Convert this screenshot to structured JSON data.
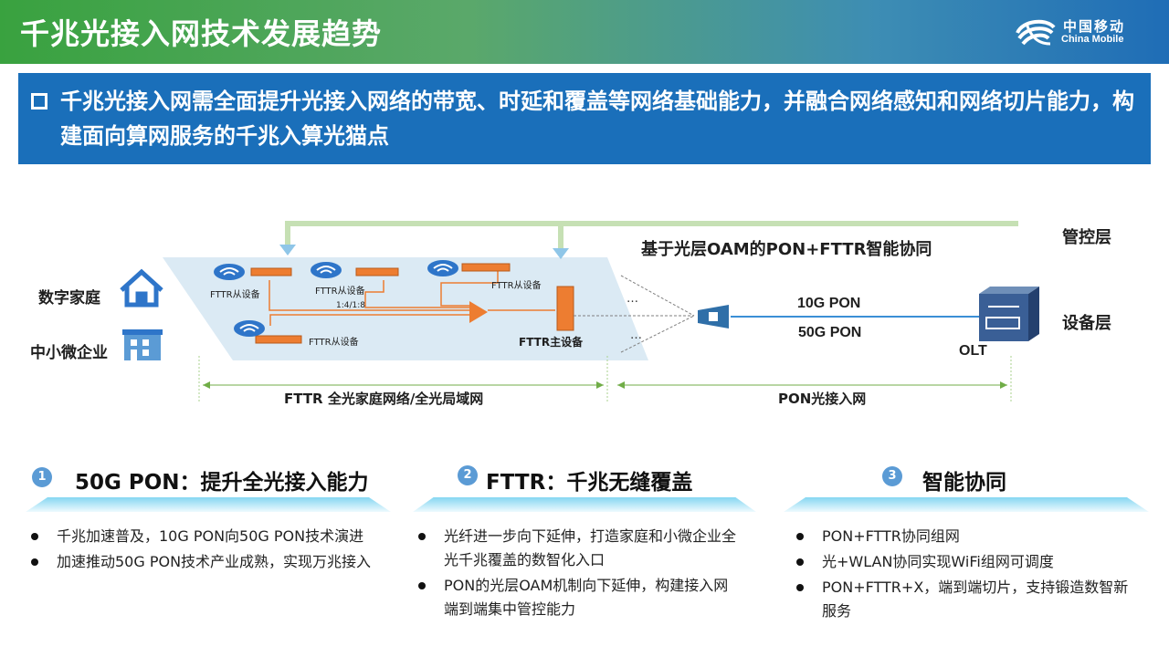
{
  "header": {
    "title": "千兆光接入网技术发展趋势",
    "logo_cn": "中国移动",
    "logo_en": "China Mobile"
  },
  "banner": {
    "text": "千兆光接入网需全面提升光接入网络的带宽、时延和覆盖等网络基础能力，并融合网络感知和网络切片能力，构建面向算网服务的千兆入算光猫点"
  },
  "diagram": {
    "oam_label": "基于光层OAM的PON+FTTR智能协同",
    "mgmt_layer": "管控层",
    "device_layer": "设备层",
    "digital_home": "数字家庭",
    "sme": "中小微企业",
    "slave_label": "FTTR从设备",
    "split_ratio": "1:4/1:8",
    "master_label": "FTTR主设备",
    "pon_10g": "10G PON",
    "pon_50g": "50G PON",
    "olt": "OLT",
    "dots": "…",
    "span_left": "FTTR  全光家庭网络/全光局域网",
    "span_right": "PON光接入网"
  },
  "sections": [
    {
      "num": "1",
      "title": "50G PON：提升全光接入能力",
      "bullets": [
        "千兆加速普及，10G PON向50G PON技术演进",
        "加速推动50G PON技术产业成熟，实现万兆接入"
      ]
    },
    {
      "num": "2",
      "title": "FTTR：千兆无缝覆盖",
      "bullets": [
        "光纤进一步向下延伸，打造家庭和小微企业全光千兆覆盖的数智化入口",
        "PON的光层OAM机制向下延伸，构建接入网端到端集中管控能力"
      ]
    },
    {
      "num": "3",
      "title": "智能协同",
      "bullets": [
        "PON+FTTR协同组网",
        "光+WLAN协同实现WiFi组网可调度",
        "PON+FTTR+X，端到端切片，支持锻造数智新服务"
      ]
    }
  ],
  "colors": {
    "accent_blue": "#1a6fba",
    "accent_green": "#39a23f",
    "orange": "#ed7d31",
    "light_panel": "#d9e9f3"
  }
}
